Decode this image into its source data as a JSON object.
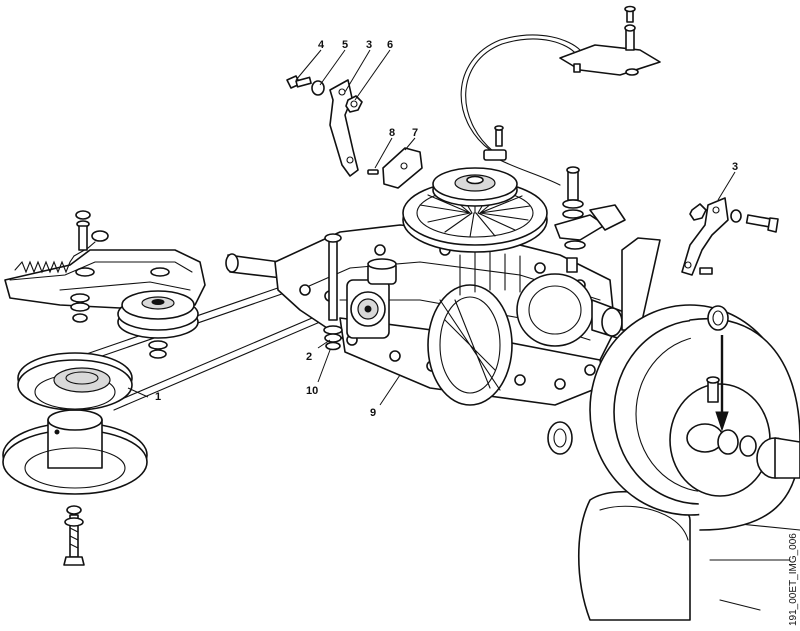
{
  "callouts": {
    "c1": "1",
    "c2": "2",
    "c3a": "3",
    "c3b": "3",
    "c4": "4",
    "c5": "5",
    "c6": "6",
    "c7": "7",
    "c8": "8",
    "c9": "9",
    "c10": "10"
  },
  "image_id": "191_00ET_IMG_006"
}
